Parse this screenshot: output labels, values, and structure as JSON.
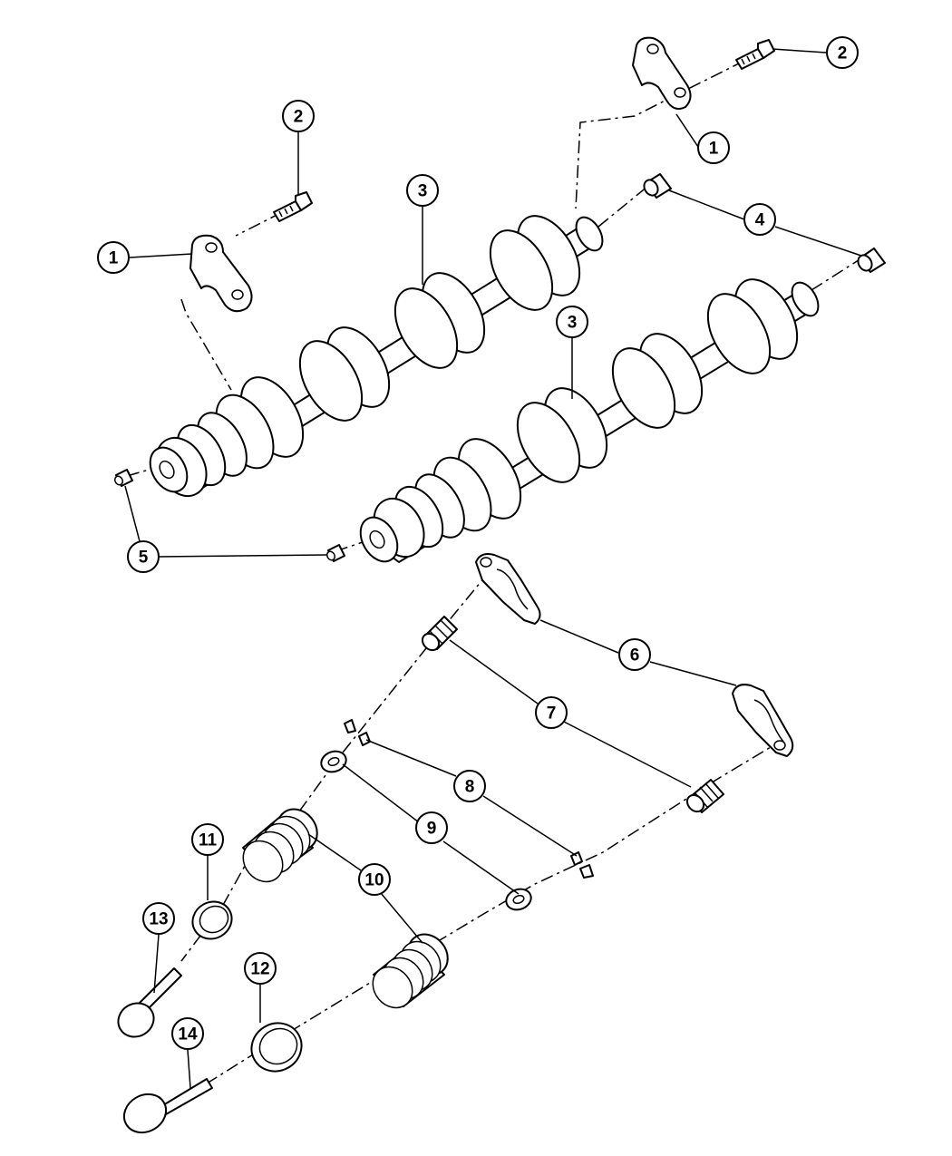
{
  "diagram": {
    "callouts": [
      {
        "id": "c1a",
        "label": "1"
      },
      {
        "id": "c1b",
        "label": "1"
      },
      {
        "id": "c2a",
        "label": "2"
      },
      {
        "id": "c2b",
        "label": "2"
      },
      {
        "id": "c3a",
        "label": "3"
      },
      {
        "id": "c3b",
        "label": "3"
      },
      {
        "id": "c4",
        "label": "4"
      },
      {
        "id": "c5",
        "label": "5"
      },
      {
        "id": "c6",
        "label": "6"
      },
      {
        "id": "c7",
        "label": "7"
      },
      {
        "id": "c8",
        "label": "8"
      },
      {
        "id": "c9",
        "label": "9"
      },
      {
        "id": "c10",
        "label": "10"
      },
      {
        "id": "c11",
        "label": "11"
      },
      {
        "id": "c12",
        "label": "12"
      },
      {
        "id": "c13",
        "label": "13"
      },
      {
        "id": "c14",
        "label": "14"
      }
    ]
  }
}
